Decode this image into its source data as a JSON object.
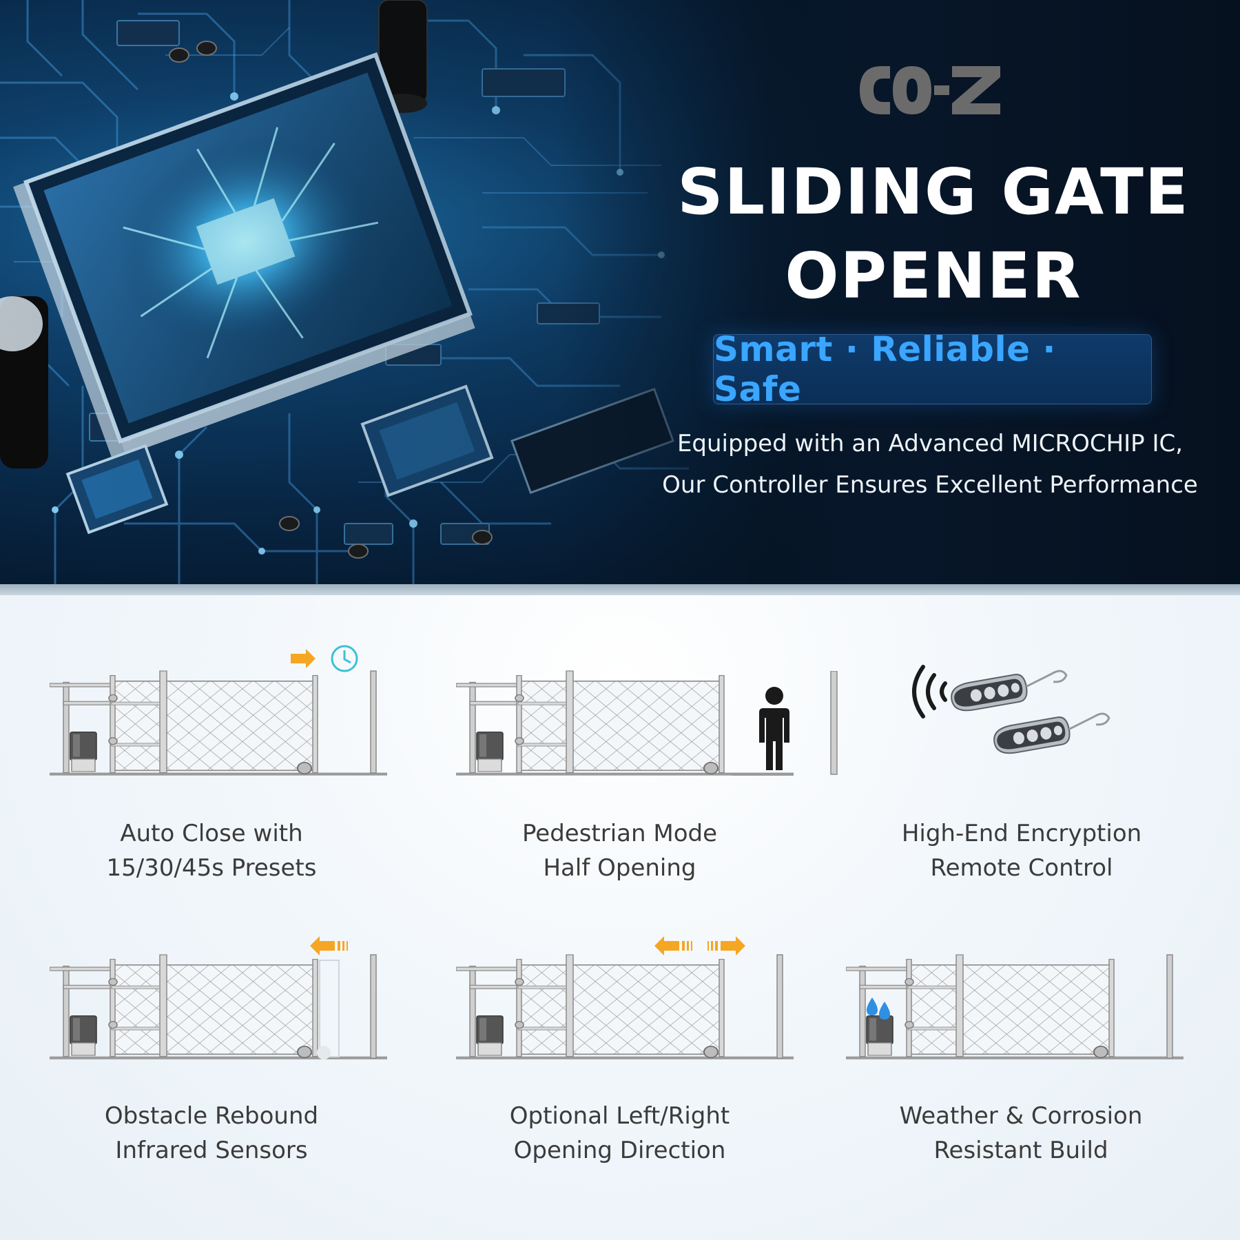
{
  "brand": {
    "logo_text": "CO-Z",
    "logo_color": "#6b6b6b"
  },
  "hero": {
    "title_line1": "SLIDING GATE",
    "title_line2": "OPENER",
    "tagline": "Smart · Reliable · Safe",
    "description_line1": "Equipped with an Advanced MICROCHIP IC,",
    "description_line2": "Our Controller Ensures Excellent Performance",
    "accent_color": "#3aa6ff"
  },
  "features": [
    {
      "icon": "gate-auto-close-icon",
      "line1": "Auto Close with",
      "line2": "15/30/45s Presets"
    },
    {
      "icon": "gate-pedestrian-icon",
      "line1": "Pedestrian Mode",
      "line2": "Half Opening"
    },
    {
      "icon": "remote-control-icon",
      "line1": "High-End Encryption",
      "line2": "Remote Control"
    },
    {
      "icon": "gate-obstacle-icon",
      "line1": "Obstacle Rebound",
      "line2": "Infrared Sensors"
    },
    {
      "icon": "gate-direction-icon",
      "line1": "Optional Left/Right",
      "line2": "Opening Direction"
    },
    {
      "icon": "gate-weather-icon",
      "line1": "Weather & Corrosion",
      "line2": "Resistant Build"
    }
  ],
  "colors": {
    "arrow": "#f5a623",
    "clock": "#3cc0d8",
    "water": "#2f8fe0",
    "gate": "#8a8a8a"
  }
}
